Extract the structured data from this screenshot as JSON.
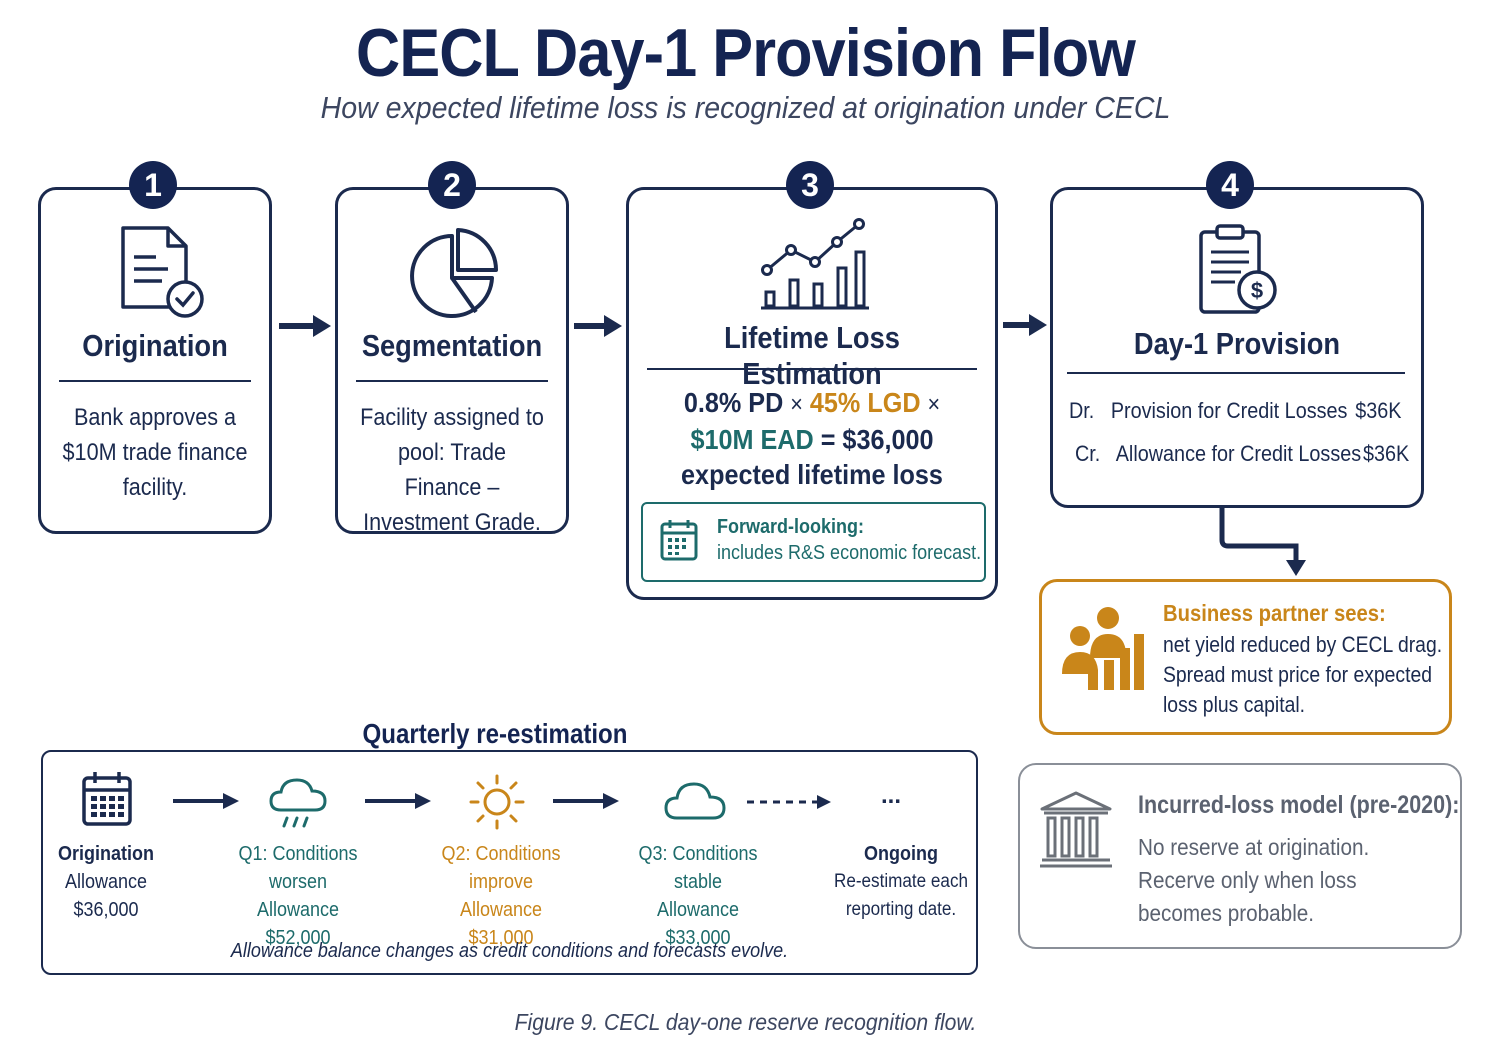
{
  "title": "CECL Day-1 Provision Flow",
  "subtitle": "How expected lifetime loss is recognized at origination under CECL",
  "steps": [
    {
      "number": "1",
      "title": "Origination",
      "lines": [
        "Bank approves a",
        "$10M trade finance",
        "facility."
      ]
    },
    {
      "number": "2",
      "title": "Segmentation",
      "lines": [
        "Facility assigned to",
        "pool: Trade Finance –",
        "Investment Grade."
      ]
    },
    {
      "number": "3",
      "title": "Lifetime Loss Estimation",
      "formula": {
        "pd": "0.8% PD",
        "times1": "×",
        "lgd": "45% LGD",
        "times2": "×",
        "ead": "$10M EAD",
        "equals": "=",
        "result": "$36,000",
        "result_label": "expected lifetime loss"
      },
      "forward_title": "Forward-looking:",
      "forward_text": "includes R&S economic forecast."
    },
    {
      "number": "4",
      "title": "Day-1 Provision",
      "entries": [
        {
          "side": "Dr.",
          "account": "Provision for Credit Losses",
          "amount": "$36K"
        },
        {
          "side": "Cr.",
          "account": "Allowance for Credit Losses",
          "amount": "$36K"
        }
      ]
    }
  ],
  "partner": {
    "title": "Business partner sees:",
    "lines": [
      "net yield reduced by CECL drag.",
      "Spread must price for expected",
      "loss plus capital."
    ]
  },
  "incurred": {
    "title": "Incurred-loss model (pre-2020):",
    "lines": [
      "No reserve at origination.",
      "Recerve only when loss",
      "becomes probable."
    ]
  },
  "quarterly": {
    "heading": "Quarterly re-estimation",
    "stages": [
      {
        "name": "Origination",
        "line1": "Allowance",
        "line2": "$36,000",
        "icon": "calendar-icon"
      },
      {
        "name": "Q1: Conditions worsen",
        "line1": "Allowance",
        "line2": "$52,000",
        "icon": "rain-cloud-icon"
      },
      {
        "name": "Q2: Conditions improve",
        "line1": "Allowance",
        "line2": "$31,000",
        "icon": "sun-icon"
      },
      {
        "name": "Q3: Conditions stable",
        "line1": "Allowance",
        "line2": "$33,000",
        "icon": "cloud-icon"
      },
      {
        "name": "Ongoing",
        "line1": "Re-estimate each",
        "line2": "reporting date.",
        "icon": "ellipsis-icon"
      }
    ],
    "ellipsis": "...",
    "caption": "Allowance balance changes as credit conditions and forecasts evolve."
  },
  "figure_caption": "Figure 9. CECL day-one reserve recognition flow.",
  "colors": {
    "navy": "#1b2a4e",
    "teal": "#1d6b6b",
    "orange": "#c9861a",
    "gray": "#6b7078"
  }
}
